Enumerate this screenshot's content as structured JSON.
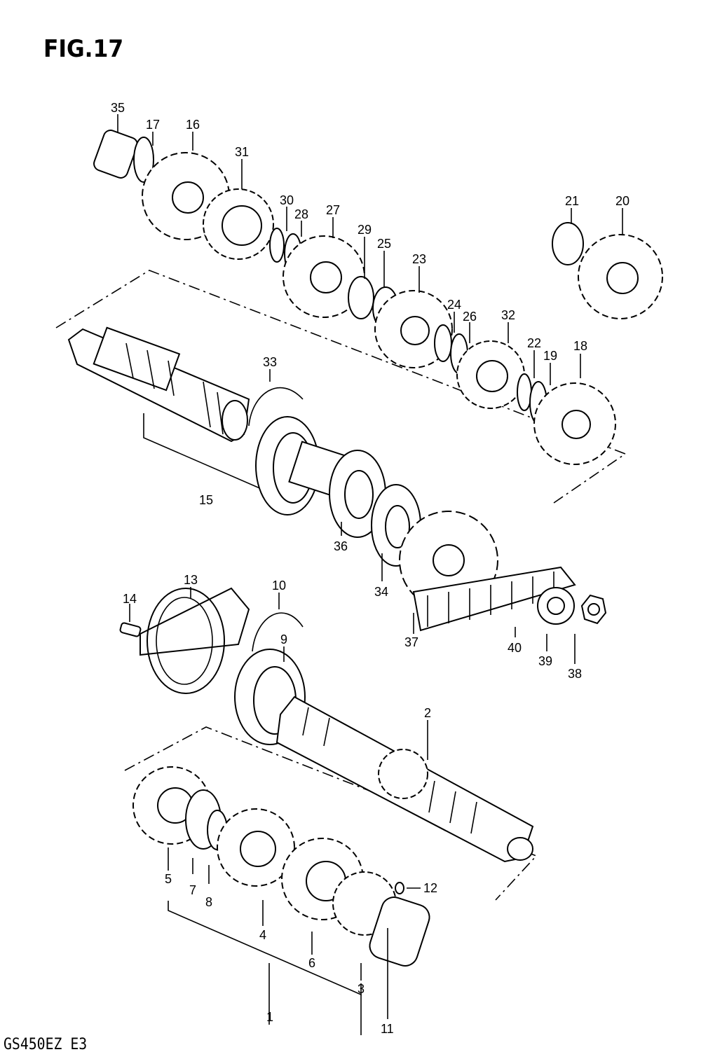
{
  "figure": {
    "title": "FIG.17",
    "model_code": "GS450EZ  E3"
  },
  "callouts": [
    "35",
    "17",
    "16",
    "31",
    "30",
    "28",
    "27",
    "29",
    "25",
    "23",
    "24",
    "26",
    "32",
    "22",
    "19",
    "18",
    "21",
    "20",
    "33",
    "15",
    "36",
    "34",
    "37",
    "40",
    "39",
    "38",
    "13",
    "10",
    "14",
    "9",
    "2",
    "5",
    "7",
    "8",
    "4",
    "6",
    "3",
    "11",
    "12",
    "1"
  ]
}
